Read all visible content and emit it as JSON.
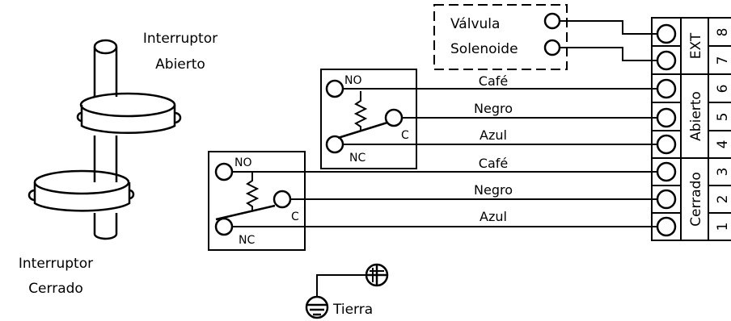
{
  "switch_diagram": {
    "label_open_line1": "Interruptor",
    "label_open_line2": "Abierto",
    "label_closed_line1": "Interruptor",
    "label_closed_line2": "Cerrado"
  },
  "valve": {
    "line1": "Válvula",
    "line2": "Solenoide"
  },
  "switch_open_box": {
    "no": "NO",
    "nc": "NC",
    "c": "C"
  },
  "switch_closed_box": {
    "no": "NO",
    "nc": "NC",
    "c": "C"
  },
  "wires_upper": [
    "Café",
    "Negro",
    "Azul"
  ],
  "wires_lower": [
    "Café",
    "Negro",
    "Azul"
  ],
  "terminal_block": {
    "numbers": [
      "8",
      "7",
      "6",
      "5",
      "4",
      "3",
      "2",
      "1"
    ],
    "group_ext": "EXT",
    "group_abierto": "Abierto",
    "group_cerrado": "Cerrado"
  },
  "ground": {
    "label": "Tierra"
  }
}
